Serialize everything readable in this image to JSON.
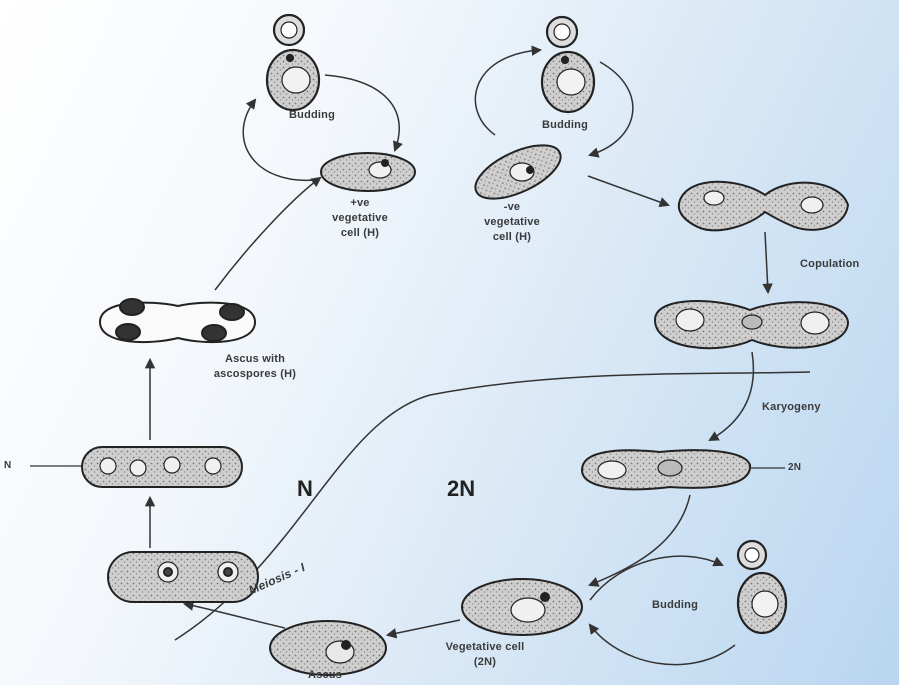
{
  "labels": {
    "budding_top_left": "Budding",
    "budding_top_right": "Budding",
    "budding_bottom": "Budding",
    "plus_cell": [
      "+ve",
      "vegetative",
      "cell (H)"
    ],
    "minus_cell": [
      "-ve",
      "vegetative",
      "cell (H)"
    ],
    "copulation": "Copulation",
    "karyogamy": "Karyogeny",
    "ascus_spores": [
      "Ascus with",
      "ascospores (H)"
    ],
    "n_marker": "N",
    "two_n_marker": "2N",
    "n_region": "N",
    "two_n_region": "2N",
    "meiosis": "Meiosis - I",
    "vegetative_2n": [
      "Vegetative cell",
      "(2N)"
    ],
    "ascus": "Ascus"
  }
}
